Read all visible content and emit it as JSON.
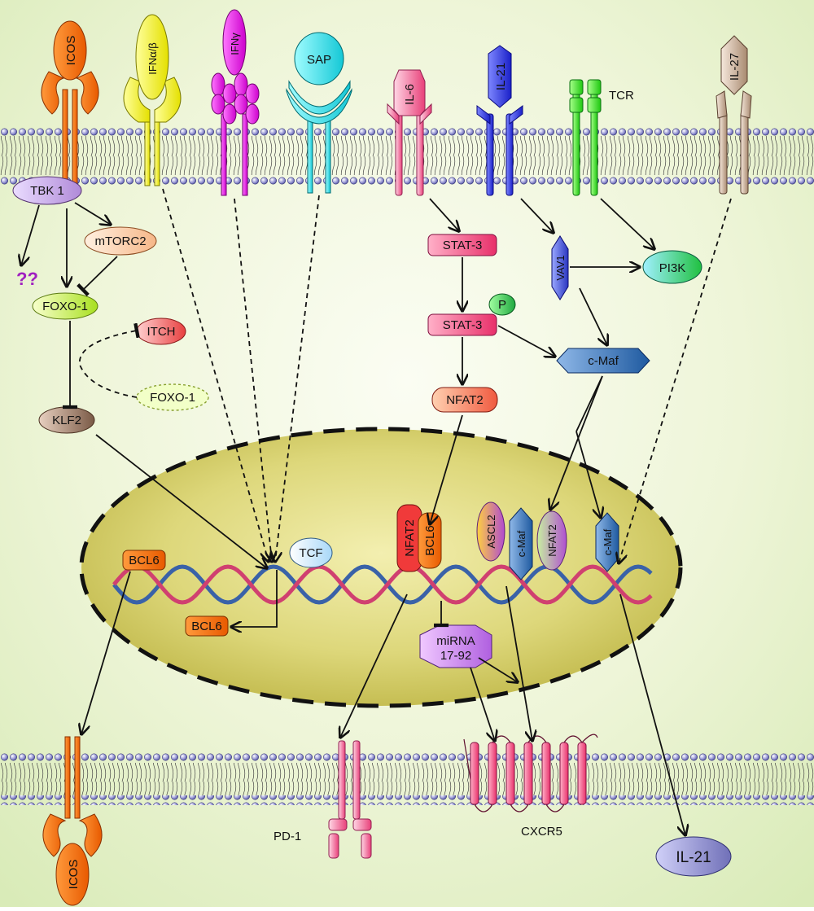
{
  "receptors": {
    "icos_top": "ICOS",
    "ifn_ab": "IFNα/β",
    "ifn_g": "IFNγ",
    "sap": "SAP",
    "il6": "IL-6",
    "il21": "IL-21",
    "tcr": "TCR",
    "il27": "IL-27",
    "icos_bottom": "ICOS",
    "pd1": "PD-1",
    "cxcr5": "CXCR5",
    "il21_secreted": "IL-21"
  },
  "left_pathway": {
    "tbk1": "TBK 1",
    "mtorc2": "mTORC2",
    "unknown": "??",
    "foxo1": "FOXO-1",
    "itch": "ITCH",
    "foxo1_inactive": "FOXO-1",
    "klf2": "KLF2"
  },
  "right_pathway": {
    "stat3_a": "STAT-3",
    "stat3_b": "STAT-3",
    "phospho": "P",
    "nfat2": "NFAT2",
    "vav1": "VAV1",
    "pi3k": "PI3K",
    "cmaf": "c-Maf"
  },
  "nucleus": {
    "bcl6_left": "BCL6",
    "tcf": "TCF",
    "bcl6_out": "BCL6",
    "nfat2": "NFAT2",
    "bcl6_bound": "BCL6",
    "ascl2": "ASCL2",
    "cmaf_a": "c-Maf",
    "nfat2_b": "NFAT2",
    "cmaf_b": "c-Maf",
    "mirna_line1": "miRNA",
    "mirna_line2": "17-92"
  }
}
